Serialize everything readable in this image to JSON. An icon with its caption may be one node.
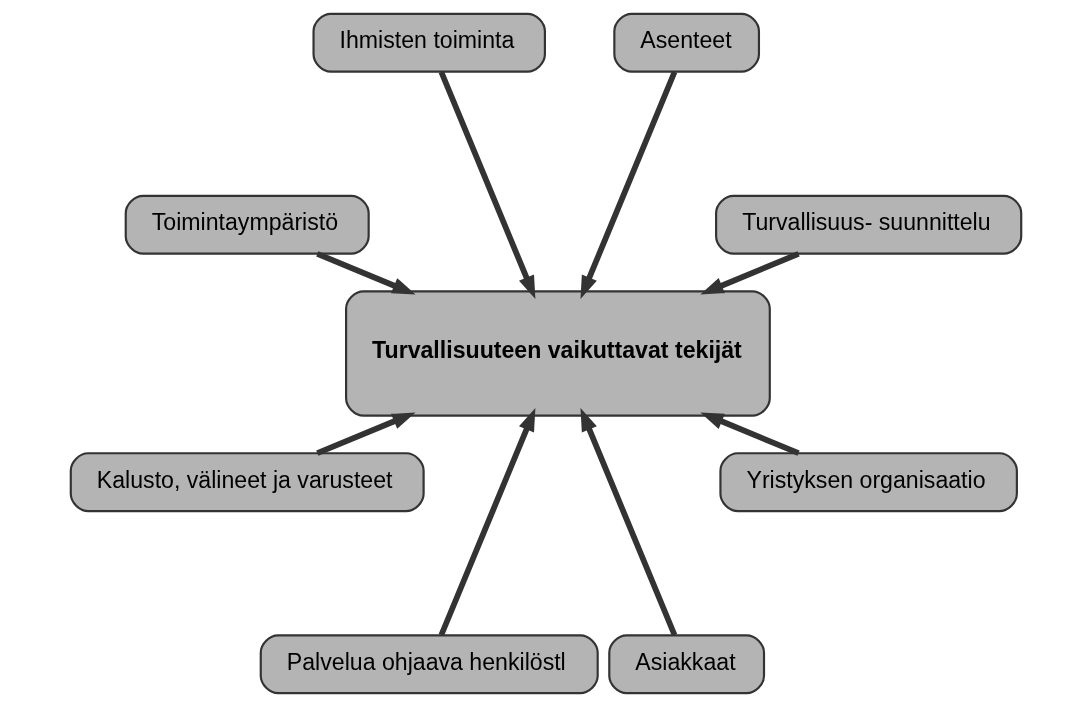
{
  "diagram": {
    "nodes": [
      {
        "text": [
          "Turvallisuuteen vaikuttavat tekijät"
        ]
      },
      {
        "text": [
          "Turvallisuus- suunnittelu"
        ]
      },
      {
        "text": [
          "Asenteet"
        ]
      },
      {
        "text": [
          "Ihmisten toiminta"
        ]
      },
      {
        "text": [
          "Toimintaympäristö"
        ]
      },
      {
        "text": [
          "Kalusto, välineet ja varusteet"
        ]
      },
      {
        "text": [
          "Palvelua ohjaava henkilöstl"
        ]
      },
      {
        "text": [
          "Asiakkaat"
        ]
      },
      {
        "text": [
          "Yristyksen organisaatio"
        ]
      }
    ],
    "edges": [
      {
        "from": 1,
        "to": 0,
        "arrow": "to"
      },
      {
        "from": 2,
        "to": 0,
        "arrow": "to"
      },
      {
        "from": 3,
        "to": 0,
        "arrow": "to"
      },
      {
        "from": 4,
        "to": 0,
        "arrow": "to"
      },
      {
        "from": 5,
        "to": 0,
        "arrow": "to"
      },
      {
        "from": 6,
        "to": 0,
        "arrow": "to"
      },
      {
        "from": 7,
        "to": 0,
        "arrow": "to"
      },
      {
        "from": 8,
        "to": 0,
        "arrow": "to"
      }
    ]
  }
}
